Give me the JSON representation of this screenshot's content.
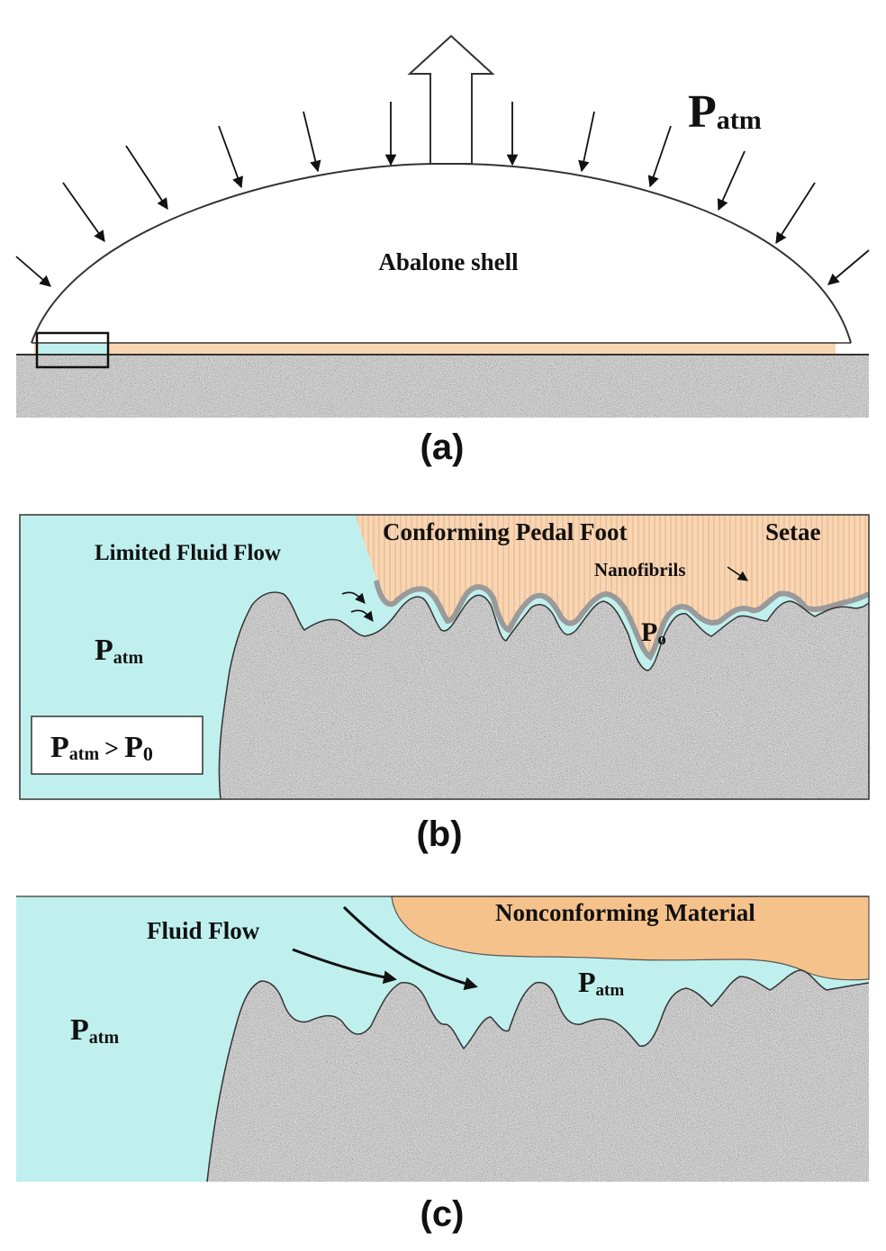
{
  "colors": {
    "fluid": "#bff0ee",
    "foot": "#f9d6b2",
    "foot_stripe": "#e6b896",
    "nonconforming": "#f5c28c",
    "rock": "#8e8e8e",
    "nanofibril": "#9a9a9a",
    "outline": "#333333"
  },
  "panel_a": {
    "pressure_main": "P",
    "pressure_sub": "atm",
    "shell_label": "Abalone shell",
    "caption": "(a)"
  },
  "panel_b": {
    "fluid_label": "Limited Fluid Flow",
    "foot_label": "Conforming Pedal Foot",
    "setae_label": "Setae",
    "nanofibrils_label": "Nanofibrils",
    "p_atm_main": "P",
    "p_atm_sub": "atm",
    "p0_main": "P",
    "p0_sub": "o",
    "inequality_left_main": "P",
    "inequality_left_sub": "atm",
    "inequality_op": ">",
    "inequality_right_main": "P",
    "inequality_right_sub": "0",
    "caption": "(b)"
  },
  "panel_c": {
    "material_label": "Nonconforming Material",
    "fluid_label": "Fluid Flow",
    "p_atm_left_main": "P",
    "p_atm_left_sub": "atm",
    "p_atm_gap_main": "P",
    "p_atm_gap_sub": "atm",
    "caption": "(c)"
  }
}
